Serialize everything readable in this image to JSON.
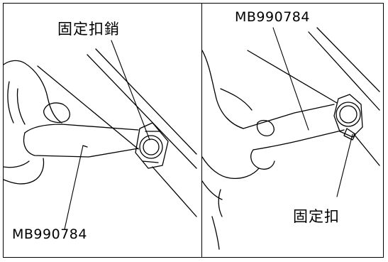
{
  "left_panel": {
    "labels": {
      "fastener_pin": "固定扣銷",
      "tool": "MB990784"
    }
  },
  "right_panel": {
    "labels": {
      "tool": "MB990784",
      "fastener": "固定扣"
    }
  },
  "colors": {
    "line": "#000000",
    "background": "#ffffff"
  }
}
